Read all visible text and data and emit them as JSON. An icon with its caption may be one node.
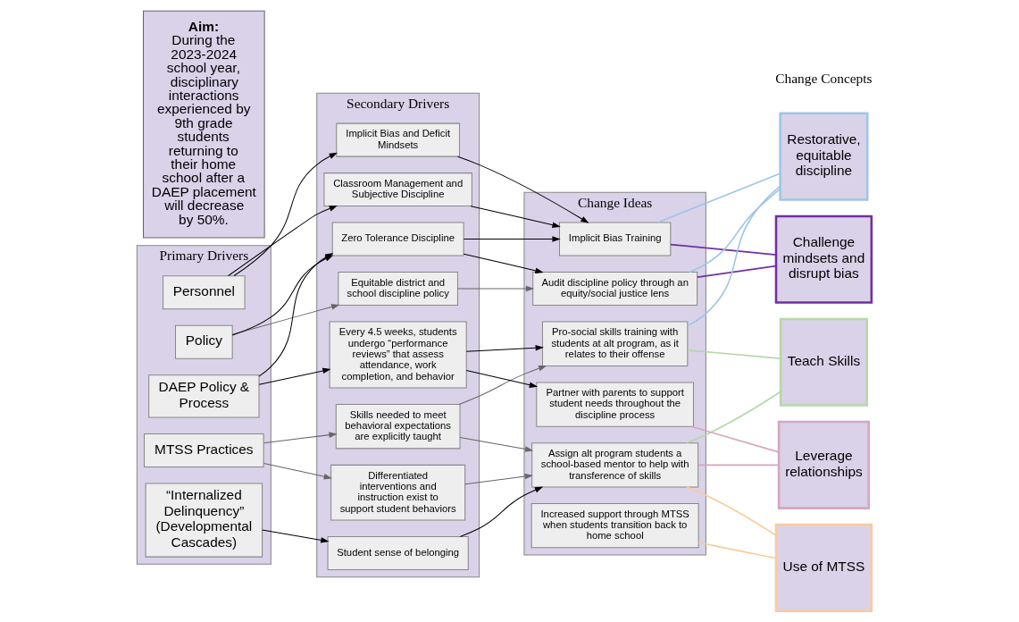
{
  "diagram": {
    "nodes": [
      {
        "text": [
          "Aim:",
          "During the 2023-2024 school year, disciplinary interactions experienced by 9th grade students returning to their home school after a DAEP placement will decrease by 50%."
        ]
      },
      {
        "text": [
          "Primary Drivers"
        ]
      },
      {
        "text": [
          "Personnel"
        ],
        "in": 1
      },
      {
        "text": [
          "Policy"
        ],
        "in": 1
      },
      {
        "text": [
          "MTSS Practices"
        ],
        "in": 1
      },
      {
        "text": [
          "DAEP Policy & Process"
        ],
        "in": 1
      },
      {
        "text": [
          "“Internalized Delinquency” (Developmental Cascades)"
        ],
        "in": 1
      },
      {
        "text": [
          "Secondary Drivers"
        ]
      },
      {
        "text": [
          "Implicit Bias and Deficit Mindsets"
        ],
        "in": 7
      },
      {
        "text": [
          "Classroom Management and Subjective Discipline"
        ],
        "in": 7
      },
      {
        "text": [
          "Equitable district and school discipline policy"
        ],
        "in": 7
      },
      {
        "text": [
          "Zero Tolerance Discipline"
        ],
        "in": 7
      },
      {
        "text": [
          "Skills needed to meet behavioral expectations are explicitly taught"
        ],
        "in": 7
      },
      {
        "text": [
          "Differentiated interventions and instruction exist to support student behaviors"
        ],
        "in": 7
      },
      {
        "text": [
          "Every 4.5 weeks, students undergo “performance reviews” that assess attendance, work completion, and behavior"
        ],
        "in": 7
      },
      {
        "text": [
          "Student sense of belonging"
        ],
        "in": 7
      },
      {
        "text": [
          "Change Ideas"
        ]
      },
      {
        "text": [
          "Implicit Bias Training"
        ],
        "in": 16
      },
      {
        "text": [
          "Audit discipline policy through an equity/social justice lens"
        ],
        "in": 16
      },
      {
        "text": [
          "Pro-social skills training with students at alt program, as it relates to their offense"
        ],
        "in": 16
      },
      {
        "text": [
          "Increased support through MTSS when students transition back to home school"
        ],
        "in": 16
      },
      {
        "text": [
          "Assign alt program students a school-based mentor to help with transference of skills"
        ],
        "in": 16
      },
      {
        "text": [
          "Partner with parents to support student needs throughout the discipline process"
        ],
        "in": 16
      },
      {
        "text": [
          "Restorative, equitable discipline"
        ]
      },
      {
        "text": [
          "Challenge mindsets and disrupt bias"
        ]
      },
      {
        "text": [
          "Teach Skills"
        ]
      },
      {
        "text": [
          "Leverage relationships"
        ]
      },
      {
        "text": [
          "Use of MTSS"
        ]
      }
    ],
    "edges": [
      {
        "from": 2,
        "to": 8,
        "arrow": "to"
      },
      {
        "from": 2,
        "to": 9,
        "arrow": "to"
      },
      {
        "from": 3,
        "to": 10,
        "arrow": "to",
        "color": "#666666"
      },
      {
        "from": 3,
        "to": 11,
        "arrow": "to"
      },
      {
        "from": 4,
        "to": 12,
        "arrow": "to",
        "color": "#666666"
      },
      {
        "from": 4,
        "to": 13,
        "arrow": "to",
        "color": "#666666"
      },
      {
        "from": 5,
        "to": 11,
        "arrow": "to"
      },
      {
        "from": 5,
        "to": 14,
        "arrow": "to"
      },
      {
        "from": 6,
        "to": 15,
        "arrow": "to"
      },
      {
        "from": 8,
        "to": 17,
        "arrow": "to"
      },
      {
        "from": 9,
        "to": 17,
        "arrow": "to"
      },
      {
        "from": 10,
        "to": 18,
        "arrow": "to",
        "color": "#666666"
      },
      {
        "from": 11,
        "to": 17,
        "arrow": "to"
      },
      {
        "from": 11,
        "to": 18,
        "arrow": "to"
      },
      {
        "from": 12,
        "to": 19,
        "arrow": "to",
        "color": "#666666"
      },
      {
        "from": 12,
        "to": 21,
        "arrow": "to",
        "color": "#666666"
      },
      {
        "from": 13,
        "to": 21,
        "arrow": "to",
        "color": "#666666"
      },
      {
        "from": 14,
        "to": 19,
        "arrow": "to"
      },
      {
        "from": 14,
        "to": 22,
        "arrow": "to"
      },
      {
        "from": 15,
        "to": 21,
        "arrow": "to"
      },
      {
        "from": 17,
        "to": 23,
        "arrow": "none",
        "color": "#9fc5e8"
      },
      {
        "from": 17,
        "to": 24,
        "arrow": "none",
        "color": "#7030a0"
      },
      {
        "from": 18,
        "to": 23,
        "arrow": "none",
        "color": "#9fc5e8"
      },
      {
        "from": 18,
        "to": 24,
        "arrow": "none",
        "color": "#7030a0"
      },
      {
        "from": 19,
        "to": 23,
        "arrow": "none",
        "color": "#9fc5e8"
      },
      {
        "from": 19,
        "to": 25,
        "arrow": "none",
        "color": "#b6d7a8"
      },
      {
        "from": 20,
        "to": 27,
        "arrow": "none",
        "color": "#f9cb9c"
      },
      {
        "from": 21,
        "to": 25,
        "arrow": "none",
        "color": "#b6d7a8"
      },
      {
        "from": 21,
        "to": 26,
        "arrow": "none",
        "color": "#d5a6bd"
      },
      {
        "from": 21,
        "to": 27,
        "arrow": "none",
        "color": "#f9cb9c"
      },
      {
        "from": 22,
        "to": 26,
        "arrow": "none",
        "color": "#d5a6bd"
      }
    ],
    "labels": [
      "Change Concepts"
    ]
  }
}
